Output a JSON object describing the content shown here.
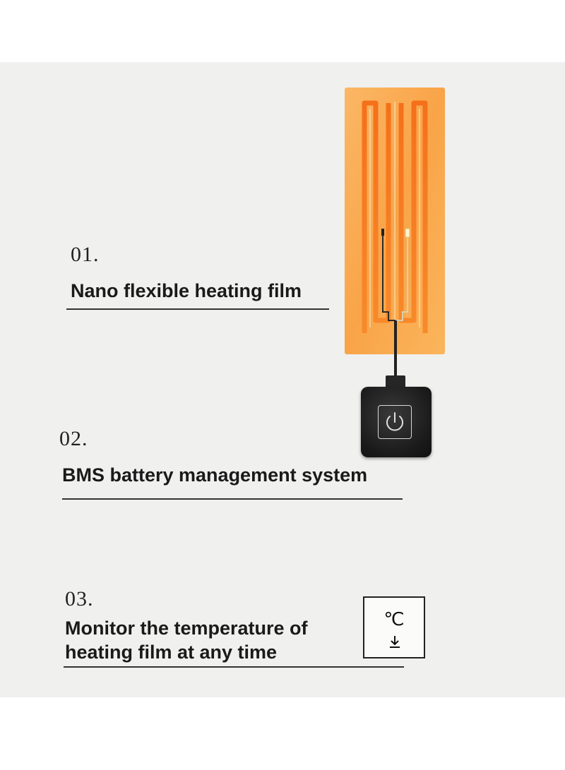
{
  "colors": {
    "film_orange": "#f9a94e",
    "film_core": "#f57a1e",
    "background": "#f0f0ef",
    "controller": "#1c1c1c"
  },
  "features": [
    {
      "number": "01.",
      "title": "Nano flexible heating film"
    },
    {
      "number": "02.",
      "title": "BMS battery management system"
    },
    {
      "number": "03.",
      "title_line1": "Monitor the temperature of",
      "title_line2": "heating film at any time"
    }
  ],
  "icons": {
    "power": "power-icon",
    "temperature": "temperature-icon"
  },
  "temperature_unit": "℃"
}
